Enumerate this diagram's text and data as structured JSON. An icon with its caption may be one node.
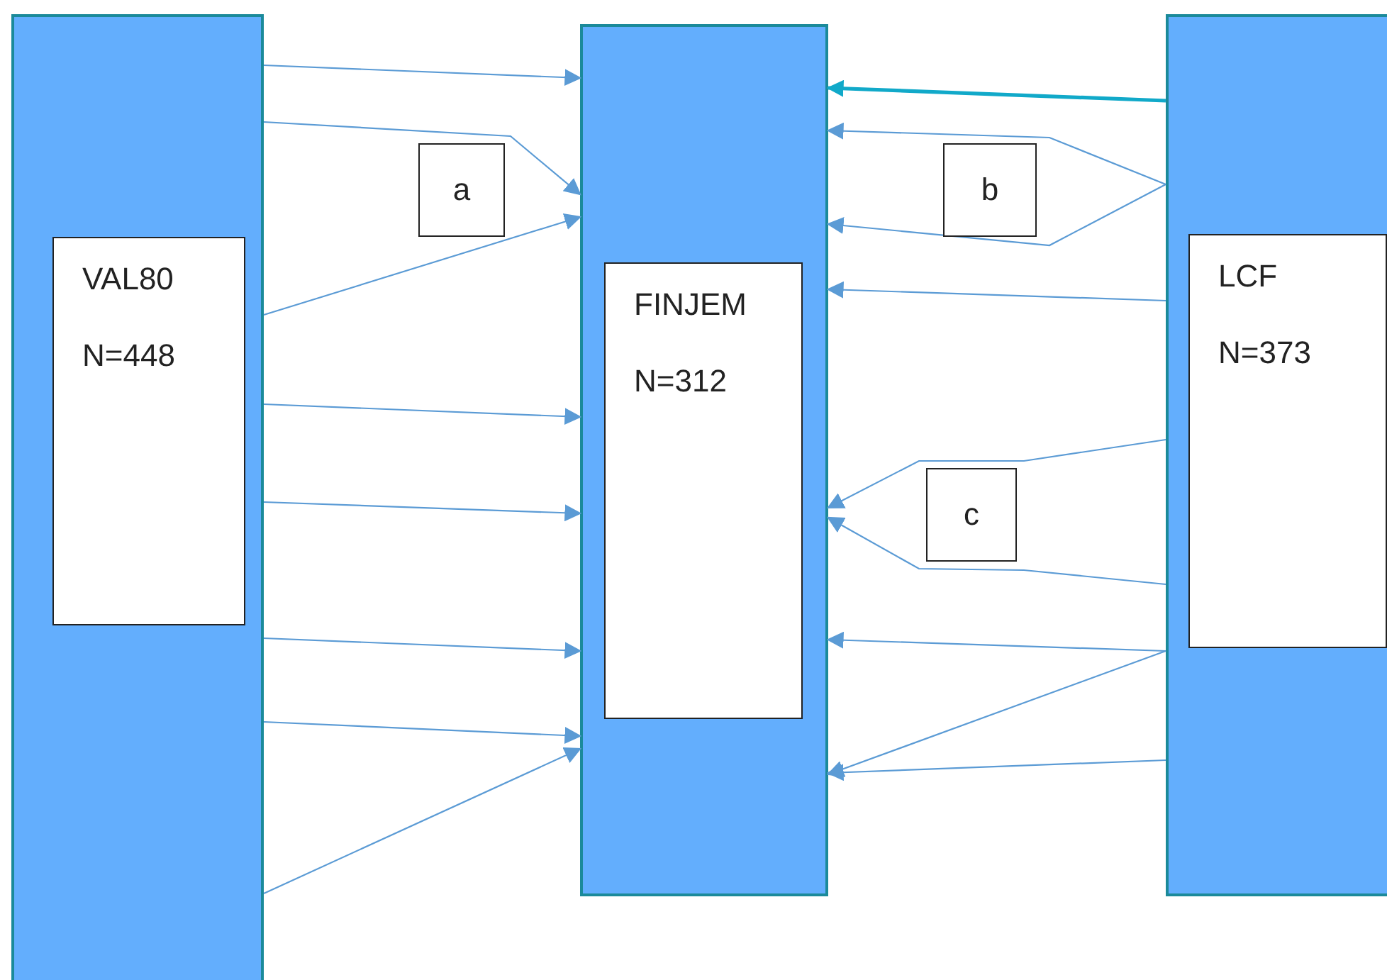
{
  "diagram": {
    "nodes": [
      {
        "text": [],
        "shape": "bar"
      },
      {
        "text": [
          "VAL80",
          "N=448"
        ],
        "in": 0
      },
      {
        "text": [],
        "shape": "bar"
      },
      {
        "text": [
          "FINJEM",
          "N=312"
        ],
        "in": 2
      },
      {
        "text": [],
        "shape": "bar"
      },
      {
        "text": [
          "LCF",
          "N=373"
        ],
        "in": 4
      },
      {
        "text": [
          "a"
        ]
      },
      {
        "text": [
          "b"
        ]
      },
      {
        "text": [
          "c"
        ]
      }
    ],
    "edges": [
      {
        "from": 0,
        "to": 2,
        "arrow": "to"
      },
      {
        "from": 0,
        "to": 2,
        "arrow": "to"
      },
      {
        "from": 0,
        "to": 2,
        "arrow": "to"
      },
      {
        "from": 0,
        "to": 2,
        "arrow": "to"
      },
      {
        "from": 0,
        "to": 2,
        "arrow": "to"
      },
      {
        "from": 0,
        "to": 2,
        "arrow": "to"
      },
      {
        "from": 0,
        "to": 2,
        "arrow": "to"
      },
      {
        "from": 0,
        "to": 2,
        "arrow": "to"
      },
      {
        "from": 4,
        "to": 2,
        "arrow": "to",
        "style": "thick",
        "color": "#11a9c9"
      },
      {
        "from": 4,
        "to": 2,
        "arrow": "to"
      },
      {
        "from": 4,
        "to": 2,
        "arrow": "to"
      },
      {
        "from": 4,
        "to": 2,
        "arrow": "to"
      },
      {
        "from": 4,
        "to": 2,
        "arrow": "to"
      },
      {
        "from": 4,
        "to": 2,
        "arrow": "to"
      },
      {
        "from": 4,
        "to": 2,
        "arrow": "to"
      },
      {
        "from": 4,
        "to": 2,
        "arrow": "to"
      },
      {
        "from": 4,
        "to": 2,
        "arrow": "to"
      }
    ]
  }
}
